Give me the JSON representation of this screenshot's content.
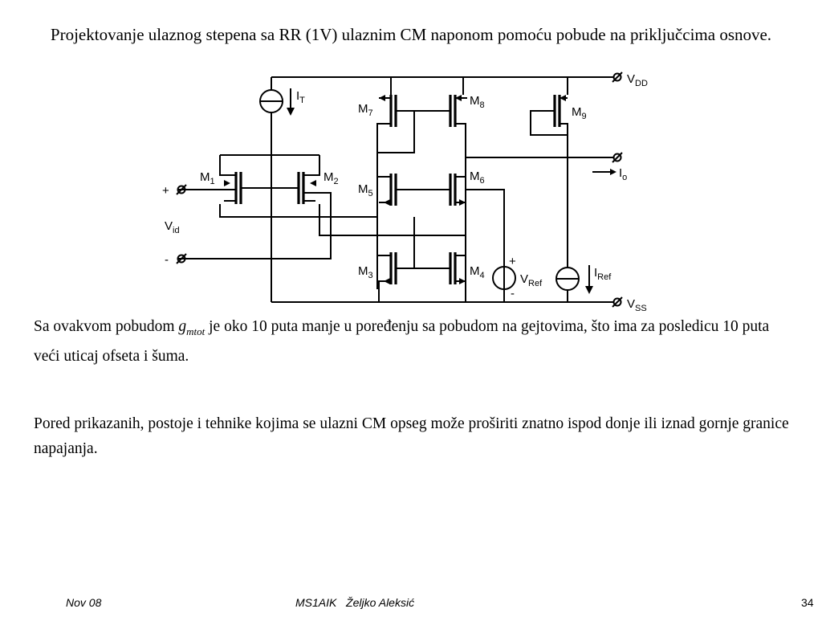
{
  "slide": {
    "title": "Projektovanje ulaznog stepena sa RR (1V) ulaznim CM naponom pomoću pobude na priključcima osnove.",
    "para1": {
      "before": "Sa ovakvom pobudom ",
      "symbol": "g",
      "symbol_sub": "mtot",
      "after": " je oko 10 puta manje u poređenju sa pobudom na gejtovima, što ima za posledicu 10 puta veći uticaj ofseta i šuma."
    },
    "para2": "Pored prikazanih, postoje i tehnike kojima se ulazni CM opseg može proširiti znatno ispod donje ili iznad gornje granice napajanja."
  },
  "circuit": {
    "labels": {
      "m1": "M",
      "m1_sub": "1",
      "m2": "M",
      "m2_sub": "2",
      "m3": "M",
      "m3_sub": "3",
      "m4": "M",
      "m4_sub": "4",
      "m5": "M",
      "m5_sub": "5",
      "m6": "M",
      "m6_sub": "6",
      "m7": "M",
      "m7_sub": "7",
      "m8": "M",
      "m8_sub": "8",
      "m9": "M",
      "m9_sub": "9",
      "it": "I",
      "it_sub": "T",
      "iref": "I",
      "iref_sub": "Ref",
      "vref": "V",
      "vref_sub": "Ref",
      "vref_plus": "+",
      "vref_minus": "-",
      "vdd": "V",
      "vdd_sub": "DD",
      "vss": "V",
      "vss_sub": "SS",
      "io": "I",
      "io_sub": "o",
      "vid": "V",
      "vid_sub": "id",
      "in_plus": "+",
      "in_minus": "-"
    }
  },
  "footer": {
    "left": "Nov 08",
    "center": "MS1AIK   Željko Aleksić",
    "right": "34"
  }
}
